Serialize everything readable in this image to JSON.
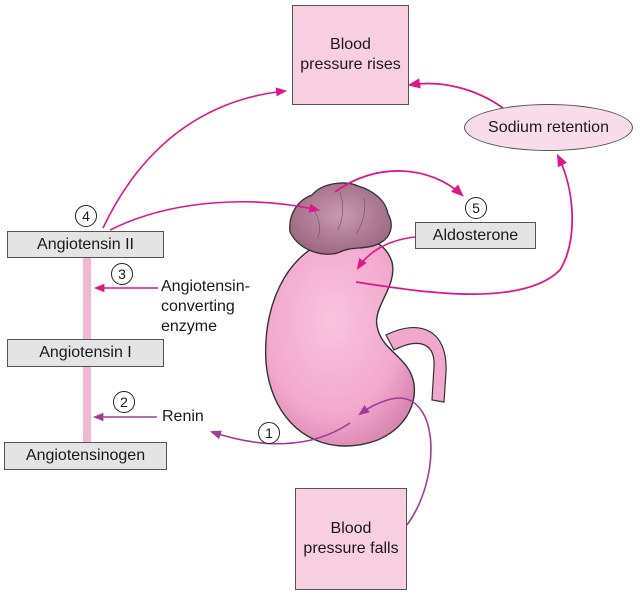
{
  "boxes": {
    "bp_rises": "Blood pressure rises",
    "bp_falls": "Blood pressure falls",
    "sodium_retention": "Sodium retention",
    "aldosterone": "Aldosterone",
    "angiotensin_2": "Angiotensin II",
    "angiotensin_1": "Angiotensin I",
    "angiotensinogen": "Angiotensinogen"
  },
  "labels": {
    "ace_line1": "Angiotensin-",
    "ace_line2": "converting",
    "ace_line3": "enzyme",
    "renin": "Renin"
  },
  "steps": [
    "1",
    "2",
    "3",
    "4",
    "5"
  ],
  "colors": {
    "magenta_arrow": "#e0158c",
    "purple_arrow": "#a03c96",
    "kidney": "#f2a8cd",
    "adrenal": "#b07a92",
    "box_pink": "#f8cfe0",
    "box_grey": "#e4e4e4"
  }
}
